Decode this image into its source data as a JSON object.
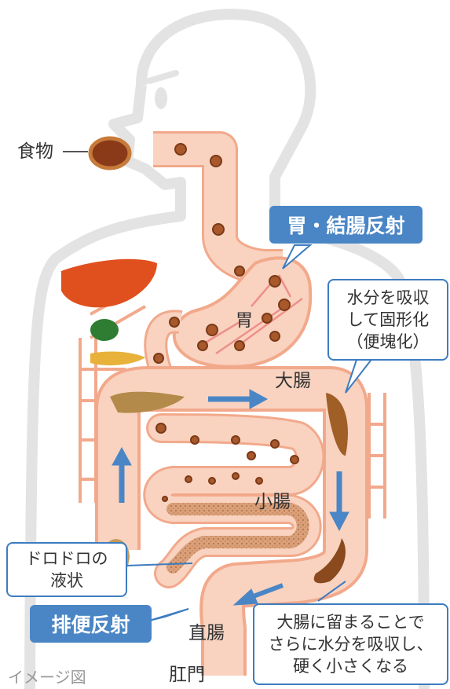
{
  "labels": {
    "food": "食物",
    "stomach": "胃",
    "large_intestine": "大腸",
    "small_intestine": "小腸",
    "rectum": "直腸",
    "anus": "肛門",
    "image_note": "イメージ図"
  },
  "tags": {
    "gastrocolic_reflex": "胃・結腸反射",
    "defecation_reflex": "排便反射"
  },
  "callouts": {
    "absorb": [
      "水分を吸収",
      "して固形化",
      "（便塊化）"
    ],
    "muddy": [
      "ドロドロの",
      "液状"
    ],
    "retain": [
      "大腸に留まることで",
      "さらに水分を吸収し、",
      "硬く小さくなる"
    ]
  },
  "colors": {
    "tag_blue": "#4a86c5",
    "callout_border": "#3d7cc0",
    "gut_fill": "#f9d3c0",
    "gut_outline": "#f2a98b",
    "stool_brown": "#8a4a1e",
    "arrow_blue": "#4a86c5",
    "body_outline": "#e3e3e3"
  }
}
